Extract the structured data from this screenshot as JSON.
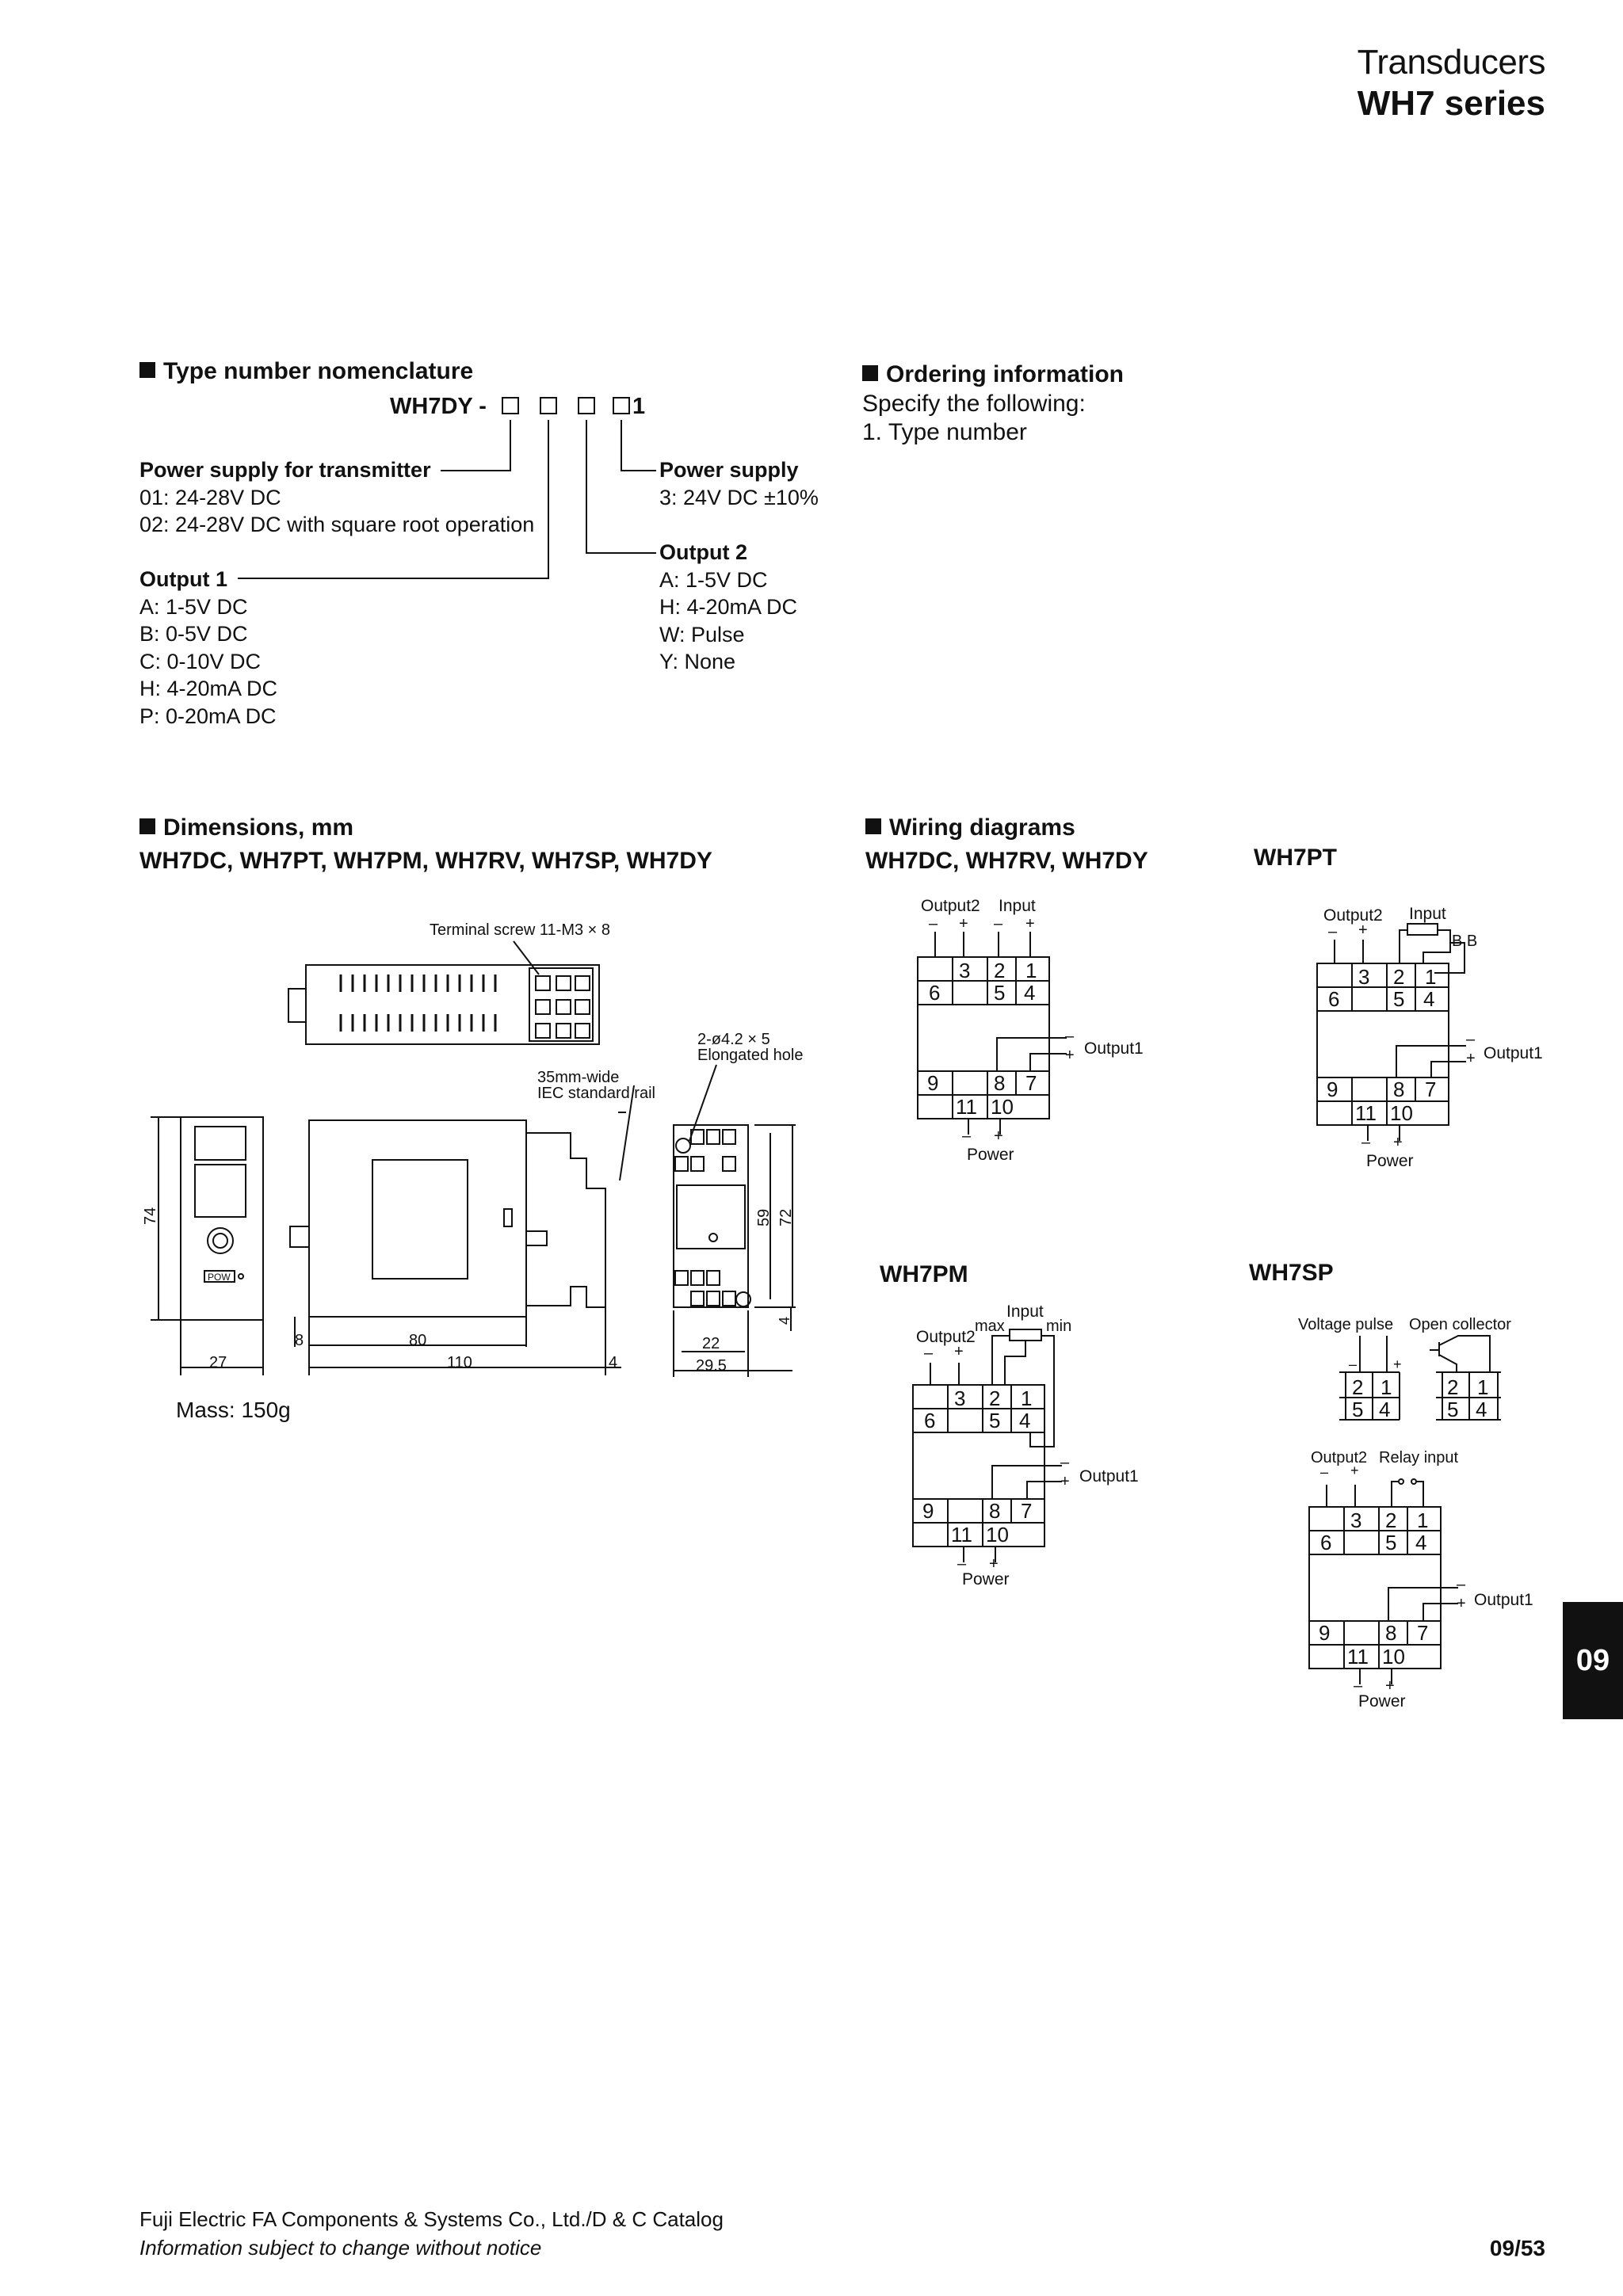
{
  "header": {
    "line1": "Transducers",
    "line2": "WH7 series"
  },
  "nomenclature": {
    "heading": "Type number nomenclature",
    "code_prefix": "WH7DY -",
    "code_suffix": "1",
    "power_supply_transmitter": {
      "title": "Power supply for transmitter",
      "items": [
        "01: 24-28V DC",
        "02: 24-28V DC with square root operation"
      ]
    },
    "output1": {
      "title": "Output 1",
      "items": [
        "A: 1-5V DC",
        "B: 0-5V DC",
        "C: 0-10V DC",
        "H: 4-20mA DC",
        "P: 0-20mA DC"
      ]
    },
    "power_supply": {
      "title": "Power supply",
      "items": [
        "3: 24V DC ±10%"
      ]
    },
    "output2": {
      "title": "Output 2",
      "items": [
        "A: 1-5V DC",
        "H: 4-20mA DC",
        "W: Pulse",
        "Y: None"
      ]
    }
  },
  "ordering": {
    "heading": "Ordering information",
    "line1": "Specify the following:",
    "line2": "1. Type number"
  },
  "dimensions": {
    "heading": "Dimensions, mm",
    "models": "WH7DC, WH7PT, WH7PM, WH7RV, WH7SP, WH7DY",
    "terminal_screw": "Terminal screw 11-M3 × 8",
    "rail_line1": "35mm-wide",
    "rail_line2": "IEC standard rail",
    "hole_line1": "2-ø4.2 × 5",
    "hole_line2": "Elongated hole",
    "dim_74": "74",
    "dim_27": "27",
    "dim_8": "8",
    "dim_80": "80",
    "dim_110": "110",
    "dim_4a": "4",
    "dim_59": "59",
    "dim_72": "72",
    "dim_4b": "4",
    "dim_22": "22",
    "dim_29_5": "29.5",
    "pow_label": "POW",
    "mass": "Mass: 150g"
  },
  "wiring": {
    "heading": "Wiring diagrams",
    "group1_title": "WH7DC, WH7RV, WH7DY",
    "wh7pt_title": "WH7PT",
    "wh7pm_title": "WH7PM",
    "wh7sp_title": "WH7SP",
    "output2": "Output2",
    "input": "Input",
    "output1": "Output1",
    "power": "Power",
    "plus": "+",
    "minus": "–",
    "b_b": "B B",
    "max": "max",
    "min": "min",
    "voltage_pulse": "Voltage pulse",
    "open_collector": "Open collector",
    "relay_input": "Relay input",
    "terminals": [
      "1",
      "2",
      "3",
      "4",
      "5",
      "6",
      "7",
      "8",
      "9",
      "10",
      "11"
    ]
  },
  "side_tab": "09",
  "footer": {
    "line1": "Fuji Electric FA Components & Systems Co., Ltd./D & C Catalog",
    "line2": "Information subject to change without notice",
    "page": "09/53"
  }
}
